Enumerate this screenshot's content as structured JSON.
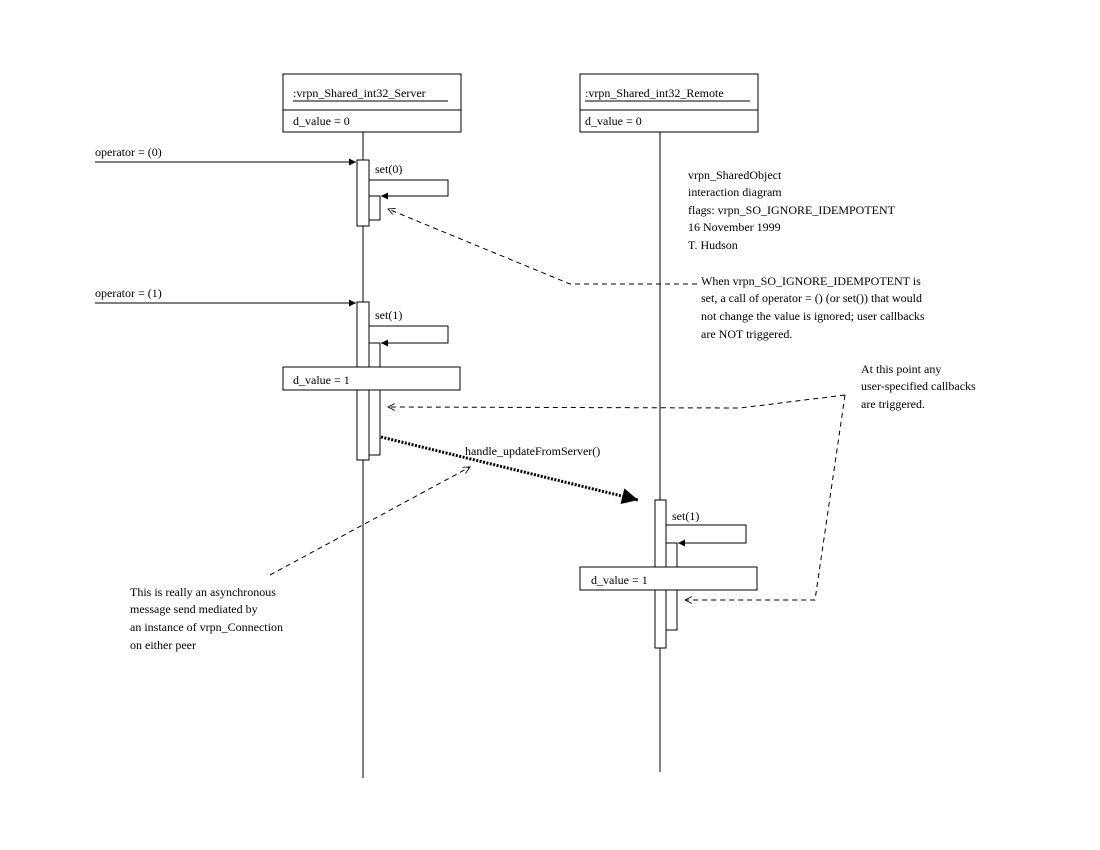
{
  "lifelines": {
    "server": {
      "name": ":vrpn_Shared_int32_Server",
      "attribute": "d_value = 0"
    },
    "remote": {
      "name": ":vrpn_Shared_int32_Remote",
      "attribute": "d_value = 0"
    }
  },
  "messages": {
    "op0": "operator = (0)",
    "set0": "set(0)",
    "op1": "operator = (1)",
    "set1_server": "set(1)",
    "state_server": "d_value = 1",
    "async": "handle_updateFromServer()",
    "set1_remote": "set(1)",
    "state_remote": "d_value = 1"
  },
  "notes": {
    "info": [
      "vrpn_SharedObject",
      "interaction diagram",
      "flags:  vrpn_SO_IGNORE_IDEMPOTENT",
      "16 November 1999",
      "T. Hudson"
    ],
    "ignore": [
      "When vrpn_SO_IGNORE_IDEMPOTENT is",
      "set, a call of operator = () (or set()) that would",
      "not change the value is ignored;  user callbacks",
      "are NOT triggered."
    ],
    "callbacks": [
      "At this point any",
      "user-specified callbacks",
      "are triggered."
    ],
    "async": [
      "This is really an asynchronous",
      "message send mediated by",
      "an instance of vrpn_Connection",
      "on either peer"
    ]
  }
}
